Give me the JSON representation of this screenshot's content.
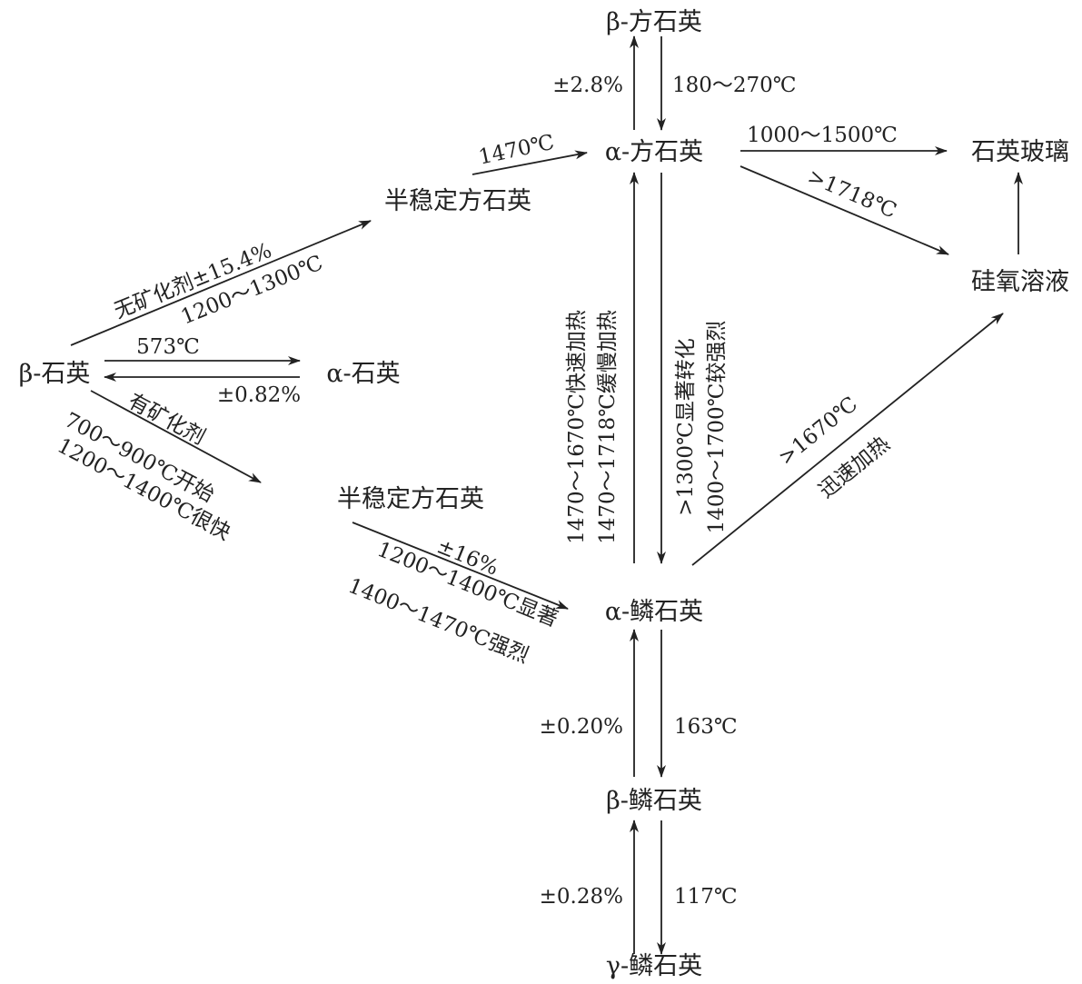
{
  "nodes": {
    "beta_cristobalite": "β-方石英",
    "alpha_cristobalite": "α-方石英",
    "quartz_glass": "石英玻璃",
    "metastable_cristobalite_upper": "半稳定方石英",
    "silica_melt": "硅氧溶液",
    "beta_quartz": "β-石英",
    "alpha_quartz": "α-石英",
    "metastable_cristobalite_lower": "半稳定方石英",
    "alpha_tridymite": "α-鳞石英",
    "beta_tridymite": "β-鳞石英",
    "gamma_tridymite": "γ-鳞石英"
  },
  "labels": {
    "bc_ac_volume": "±2.8%",
    "bc_ac_temp": "180～270℃",
    "mc_to_ac": "1470℃",
    "ac_to_glass": "1000～1500℃",
    "ac_to_melt": ">1718℃",
    "bq_to_mc_line1": "无矿化剂±15.4%",
    "bq_to_mc_line2": "1200～1300℃",
    "bq_to_aq": "573℃",
    "aq_to_bq": "±0.82%",
    "min_line1": "有矿化剂",
    "min_line2": "700～900℃开始",
    "min_line3": "1200～1400℃很快",
    "at_to_ac_line1": "1470～1670℃快速加热",
    "at_to_ac_line2": "1470～1718℃缓慢加热",
    "ac_to_at_line1": ">1300℃显著转化",
    "ac_to_at_line2": "1400～1700℃较强烈",
    "at_to_melt_temp": ">1670℃",
    "at_to_melt_rate": "迅速加热",
    "mc_to_at_line1": "±16%",
    "mc_to_at_line2": "1200～1400℃显著",
    "mc_to_at_line3": "1400～1470℃强烈",
    "at_bt_volume": "±0.20%",
    "at_bt_temp": "163℃",
    "bt_gt_volume": "±0.28%",
    "bt_gt_temp": "117℃"
  }
}
